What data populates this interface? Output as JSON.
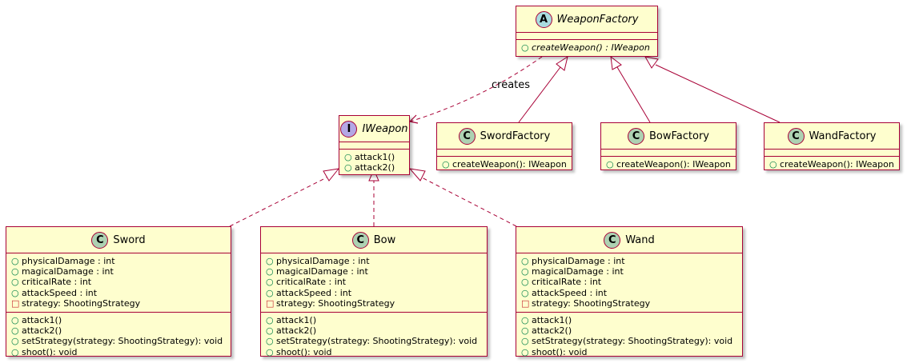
{
  "colors": {
    "class_fill": "#FEFECE",
    "class_border": "#A80036",
    "edge": "#A80036",
    "class_circle": "#ADD1B2",
    "abstract_circle": "#A9DCDF",
    "interface_circle": "#B4A7E5",
    "public_marker": "#038048",
    "private_marker": "#C82930"
  },
  "classes": {
    "weaponFactory": {
      "name": "WeaponFactory",
      "stereotype": "A",
      "kind": "abstract",
      "methods": [
        "createWeapon() : IWeapon"
      ]
    },
    "iWeapon": {
      "name": "IWeapon",
      "stereotype": "I",
      "kind": "interface",
      "methods": [
        "attack1()",
        "attack2()"
      ]
    },
    "swordFactory": {
      "name": "SwordFactory",
      "stereotype": "C",
      "kind": "class",
      "methods": [
        "createWeapon(): IWeapon"
      ]
    },
    "bowFactory": {
      "name": "BowFactory",
      "stereotype": "C",
      "kind": "class",
      "methods": [
        "createWeapon(): IWeapon"
      ]
    },
    "wandFactory": {
      "name": "WandFactory",
      "stereotype": "C",
      "kind": "class",
      "methods": [
        "createWeapon(): IWeapon"
      ]
    },
    "sword": {
      "name": "Sword",
      "stereotype": "C",
      "kind": "class",
      "fields": [
        "physicalDamage : int",
        "magicalDamage : int",
        "criticalRate : int",
        "attackSpeed : int",
        "strategy: ShootingStrategy"
      ],
      "methods": [
        "attack1()",
        "attack2()",
        "setStrategy(strategy: ShootingStrategy): void",
        "shoot(): void"
      ]
    },
    "bow": {
      "name": "Bow",
      "stereotype": "C",
      "kind": "class",
      "fields": [
        "physicalDamage : int",
        "magicalDamage : int",
        "criticalRate : int",
        "attackSpeed : int",
        "strategy: ShootingStrategy"
      ],
      "methods": [
        "attack1()",
        "attack2()",
        "setStrategy(strategy: ShootingStrategy): void",
        "shoot(): void"
      ]
    },
    "wand": {
      "name": "Wand",
      "stereotype": "C",
      "kind": "class",
      "fields": [
        "physicalDamage : int",
        "magicalDamage : int",
        "criticalRate : int",
        "attackSpeed : int",
        "strategy: ShootingStrategy"
      ],
      "methods": [
        "attack1()",
        "attack2()",
        "setStrategy(strategy: ShootingStrategy): void",
        "shoot(): void"
      ]
    }
  },
  "relations": {
    "creates_label": "creates"
  }
}
